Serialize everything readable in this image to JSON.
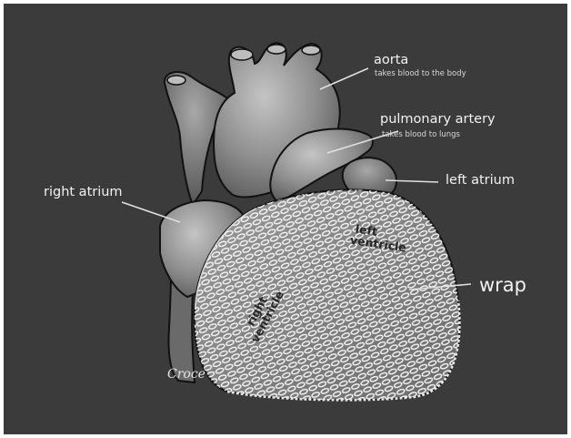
{
  "labels": {
    "aorta": {
      "title": "aorta",
      "desc": "takes blood to the body"
    },
    "pulmonary_artery": {
      "title": "pulmonary artery",
      "desc": "takes blood to lungs"
    },
    "left_atrium": {
      "title": "left atrium"
    },
    "right_atrium": {
      "title": "right atrium"
    },
    "left_ventricle": {
      "line1": "left",
      "line2": "ventricle"
    },
    "right_ventricle": {
      "line1": "right",
      "line2": "ventricle"
    },
    "wrap": {
      "title": "wrap"
    }
  },
  "signature": "Croce",
  "colors": {
    "background": "#3b3b3b",
    "frame": "#ffffff",
    "heart_tissue": "#8c8c8c",
    "mesh": "#f2f2f2",
    "leader_lines": "#e0e0e0"
  }
}
